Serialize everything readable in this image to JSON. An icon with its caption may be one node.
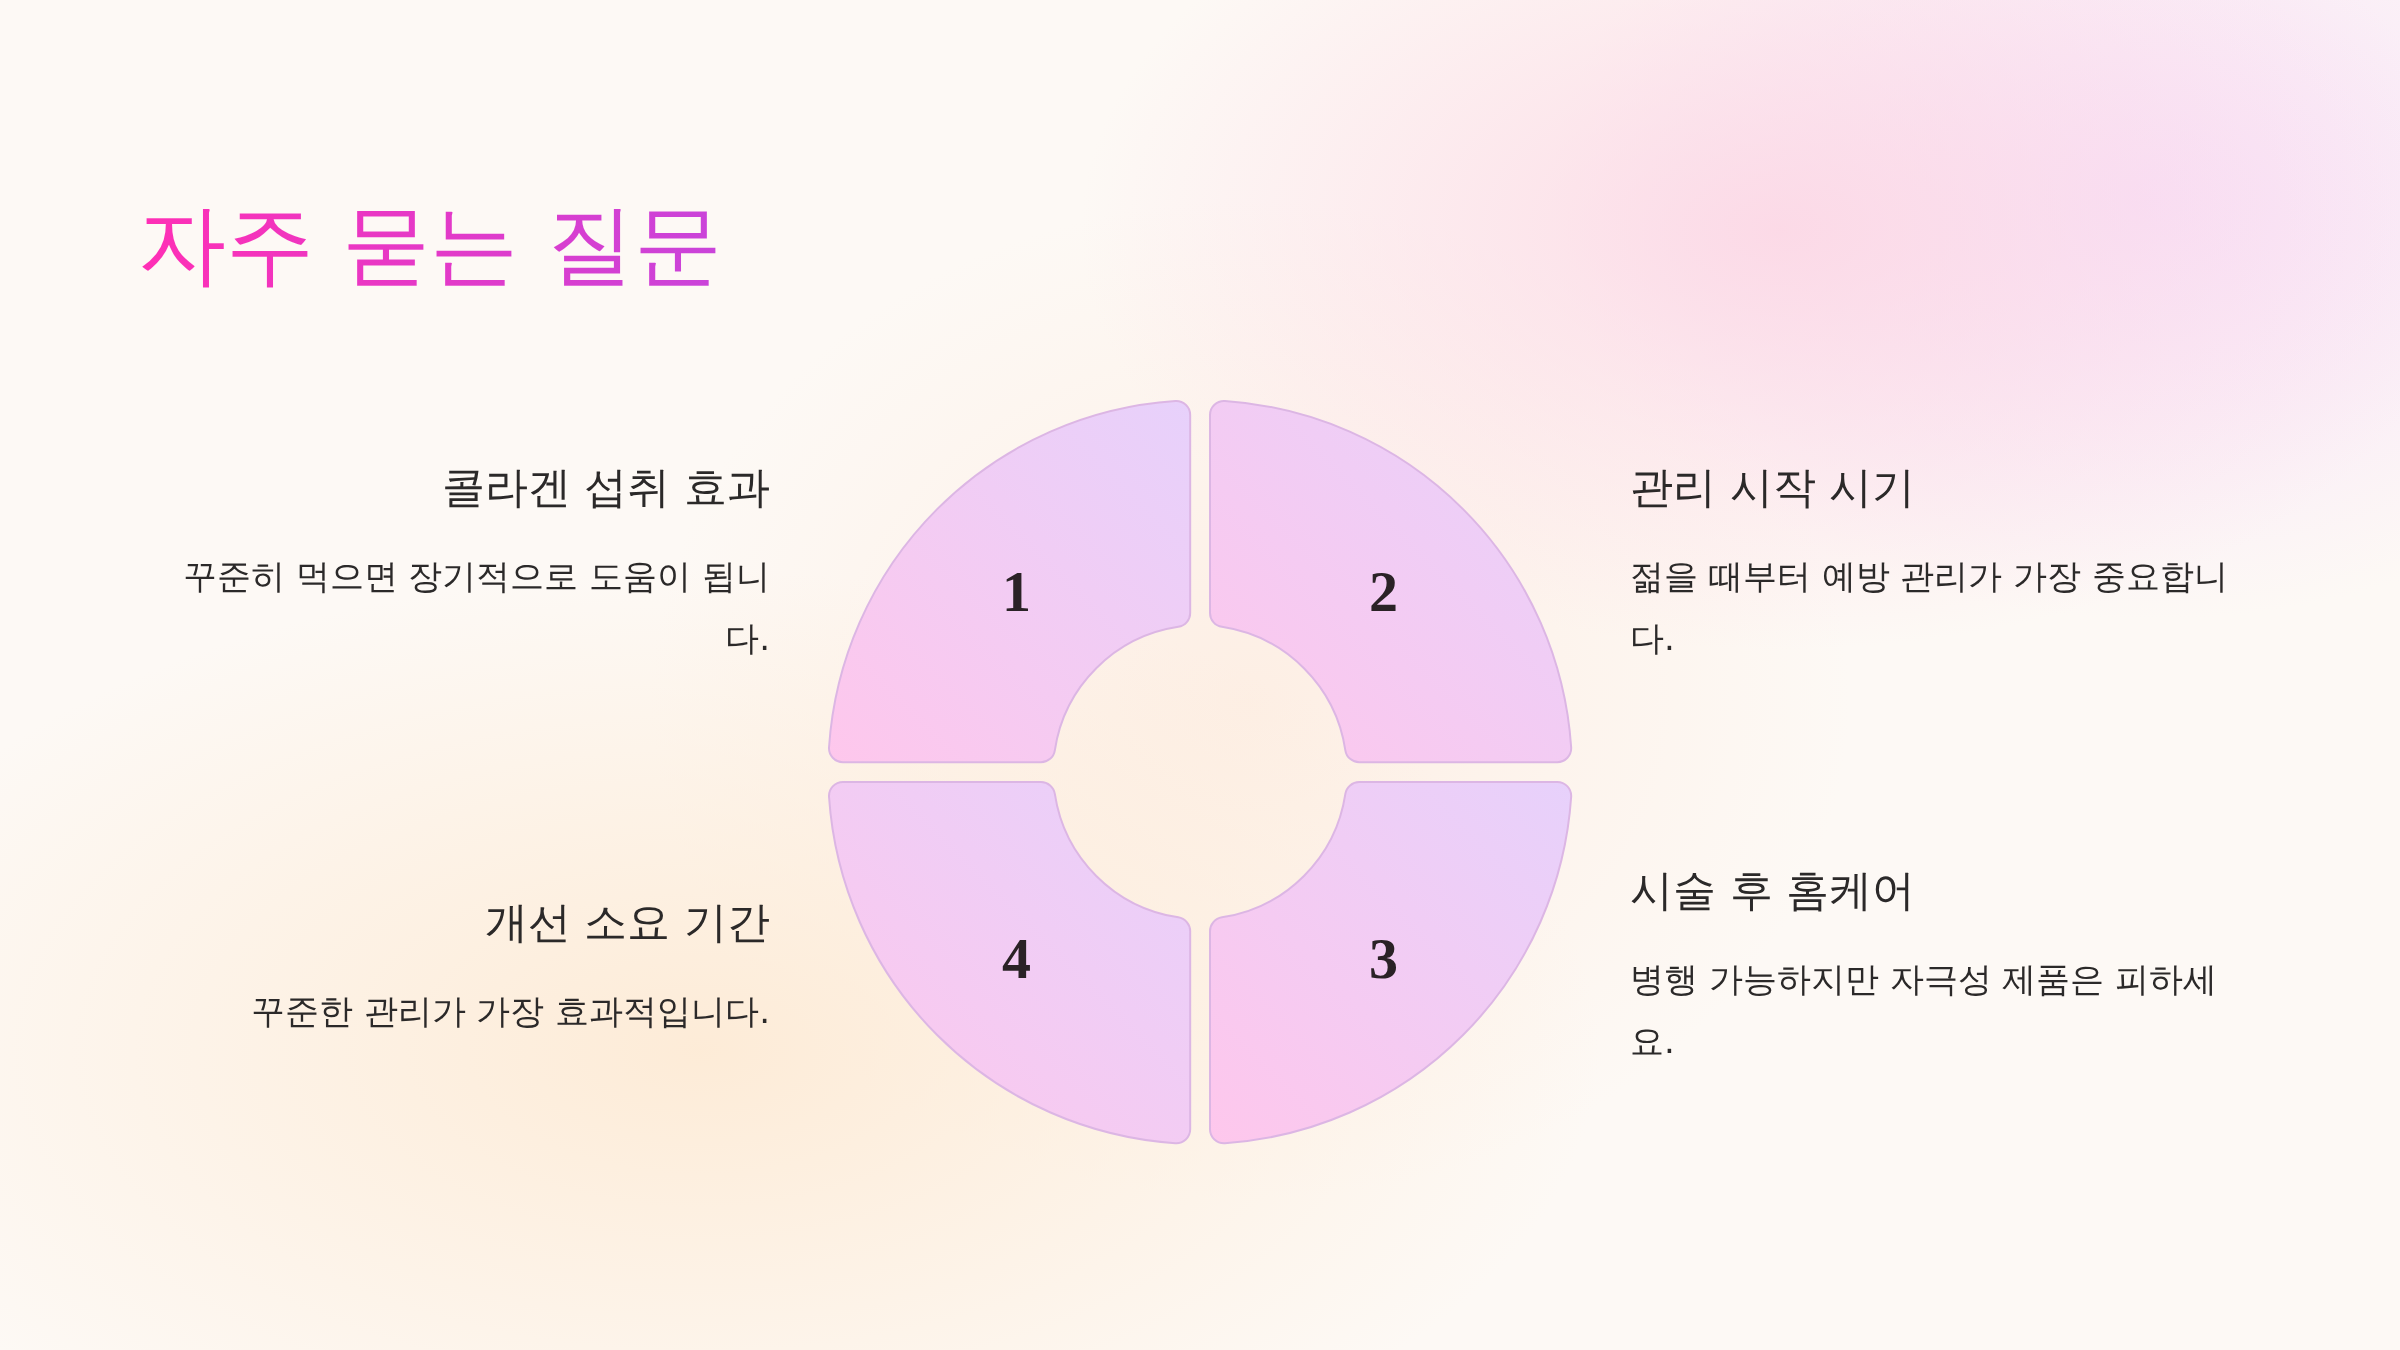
{
  "diagram": {
    "title": "자주 묻는 질문",
    "nodes": [
      {
        "text": [
          "1"
        ],
        "beside": [
          "콜라겐 섭취 효과",
          "꾸준히 먹으면 장기적으로 도움이 됩니다."
        ]
      },
      {
        "text": [
          "2"
        ],
        "beside": [
          "관리 시작 시기",
          "젊을 때부터 예방 관리가 가장 중요합니다."
        ]
      },
      {
        "text": [
          "3"
        ],
        "beside": [
          "시술 후 홈케어",
          "병행 가능하지만 자극성 제품은 피하세요."
        ]
      },
      {
        "text": [
          "4"
        ],
        "beside": [
          "개선 소요 기간",
          "꾸준한 관리가 가장 효과적입니다."
        ]
      }
    ]
  }
}
